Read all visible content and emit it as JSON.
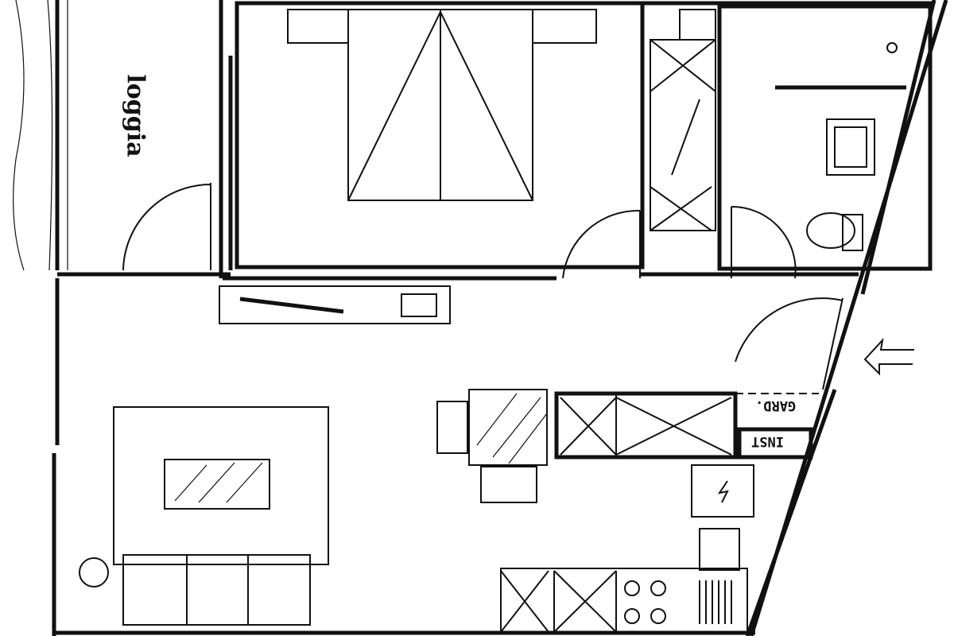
{
  "plan": {
    "labels": {
      "loggia": "loggia",
      "wardrobe": "GARD.",
      "installations": "INST"
    },
    "colors": {
      "ink": "#111111",
      "paper": "#ffffff"
    }
  }
}
